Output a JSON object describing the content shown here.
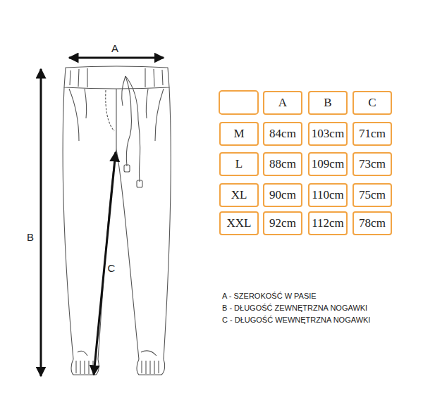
{
  "diagram": {
    "nodes": [
      {
        "text": [
          "A"
        ]
      },
      {
        "text": [
          "B"
        ]
      },
      {
        "text": [
          "C"
        ]
      },
      {
        "text": [
          "M"
        ]
      },
      {
        "text": [
          "84cm"
        ]
      },
      {
        "text": [
          "103cm"
        ]
      },
      {
        "text": [
          "71cm"
        ]
      },
      {
        "text": [
          "L"
        ]
      },
      {
        "text": [
          "88cm"
        ]
      },
      {
        "text": [
          "109cm"
        ]
      },
      {
        "text": [
          "73cm"
        ]
      },
      {
        "text": [
          "XL"
        ]
      },
      {
        "text": [
          "90cm"
        ]
      },
      {
        "text": [
          "110cm"
        ]
      },
      {
        "text": [
          "75cm"
        ]
      },
      {
        "text": [
          "XXL"
        ]
      },
      {
        "text": [
          "92cm"
        ]
      },
      {
        "text": [
          "112cm"
        ]
      },
      {
        "text": [
          "78cm"
        ]
      }
    ],
    "labels": [
      "A",
      "B",
      "C",
      "A - SZEROKOŚĆ W PASIE",
      "B - DŁUGOŚĆ ZEWNĘTRZNA NOGAWKI",
      "C - DŁUGOŚĆ WEWNĘTRZNA NOGAWKI"
    ]
  }
}
